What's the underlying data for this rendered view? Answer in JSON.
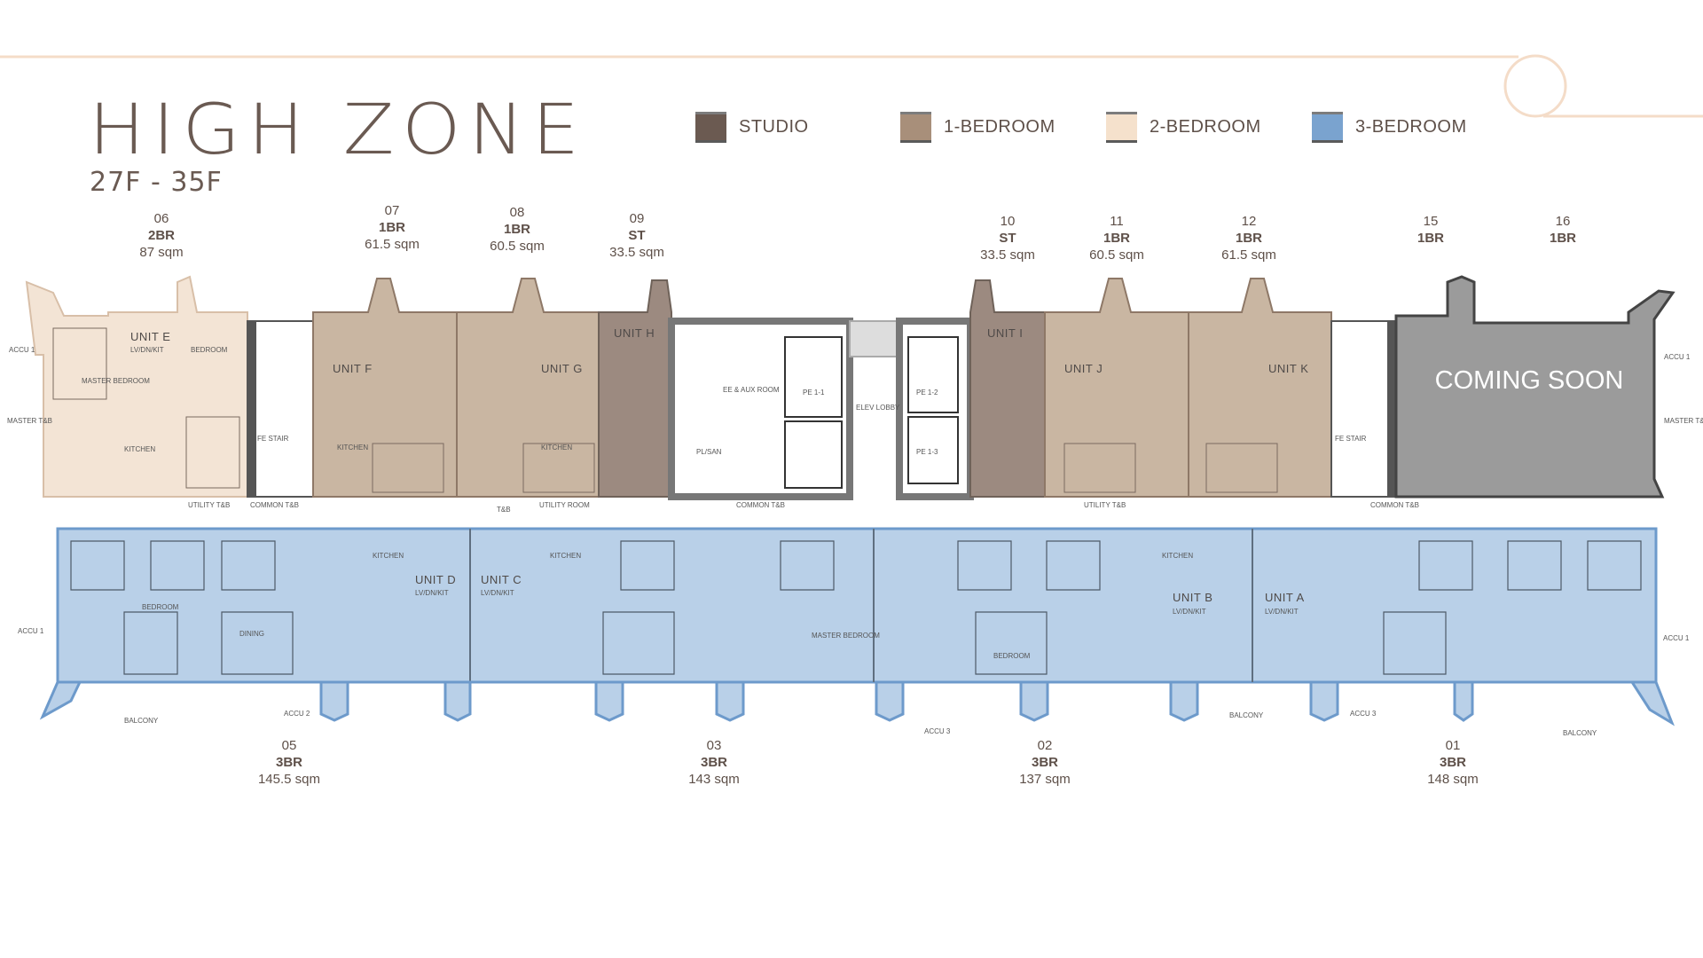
{
  "header": {
    "title": "HIGH ZONE",
    "floors": "27F - 35F"
  },
  "legend": [
    {
      "label": "STUDIO",
      "color": "#6b5a51"
    },
    {
      "label": "1-BEDROOM",
      "color": "#a88f7a"
    },
    {
      "label": "2-BEDROOM",
      "color": "#f5e1cc"
    },
    {
      "label": "3-BEDROOM",
      "color": "#7aa3cf"
    }
  ],
  "top_units": [
    {
      "number": "06",
      "type": "2BR",
      "area": "87 sqm"
    },
    {
      "number": "07",
      "type": "1BR",
      "area": "61.5 sqm"
    },
    {
      "number": "08",
      "type": "1BR",
      "area": "60.5 sqm"
    },
    {
      "number": "09",
      "type": "ST",
      "area": "33.5 sqm"
    },
    {
      "number": "10",
      "type": "ST",
      "area": "33.5 sqm"
    },
    {
      "number": "11",
      "type": "1BR",
      "area": "60.5 sqm"
    },
    {
      "number": "12",
      "type": "1BR",
      "area": "61.5 sqm"
    },
    {
      "number": "15",
      "type": "1BR"
    },
    {
      "number": "16",
      "type": "1BR"
    }
  ],
  "bottom_units": [
    {
      "number": "05",
      "type": "3BR",
      "area": "145.5 sqm"
    },
    {
      "number": "03",
      "type": "3BR",
      "area": "143 sqm"
    },
    {
      "number": "02",
      "type": "3BR",
      "area": "137 sqm"
    },
    {
      "number": "01",
      "type": "3BR",
      "area": "148 sqm"
    }
  ],
  "plan": {
    "coming_soon": "COMING SOON",
    "unit_names": [
      "UNIT E",
      "UNIT F",
      "UNIT G",
      "UNIT H",
      "UNIT I",
      "UNIT J",
      "UNIT K",
      "UNIT D",
      "UNIT C",
      "UNIT B",
      "UNIT A"
    ],
    "unit_sub": "LV/DN/KIT",
    "rooms": {
      "bedroom": "BEDROOM",
      "master_bedroom": "MASTER BEDROOM",
      "kitchen": "KITCHEN",
      "dining": "DINING",
      "tb": "T&B",
      "utility_tb": "UTILITY T&B",
      "common_tb": "COMMON T&B",
      "utility_room": "UTILITY ROOM",
      "accu1": "ACCU 1",
      "accu2": "ACCU 2",
      "accu3": "ACCU 3",
      "master_tb": "MASTER T&B",
      "balcony": "BALCONY",
      "fe_stair": "FE STAIR",
      "elev_lobby": "ELEV LOBBY",
      "aux_room": "EE & AUX ROOM",
      "pe1": "PE 1-1",
      "pe2": "PE 1-2",
      "pe3": "PE 1-3",
      "pl_san": "PL/SAN"
    }
  },
  "colors": {
    "studio": "#9c8a80",
    "one_br": "#c9b6a2",
    "two_br": "#f3e4d5",
    "three_br": "#b9d0e8",
    "three_br_border": "#6d9acb",
    "coming_soon": "#9b9b9b",
    "accent_line": "#f4d9c4"
  }
}
